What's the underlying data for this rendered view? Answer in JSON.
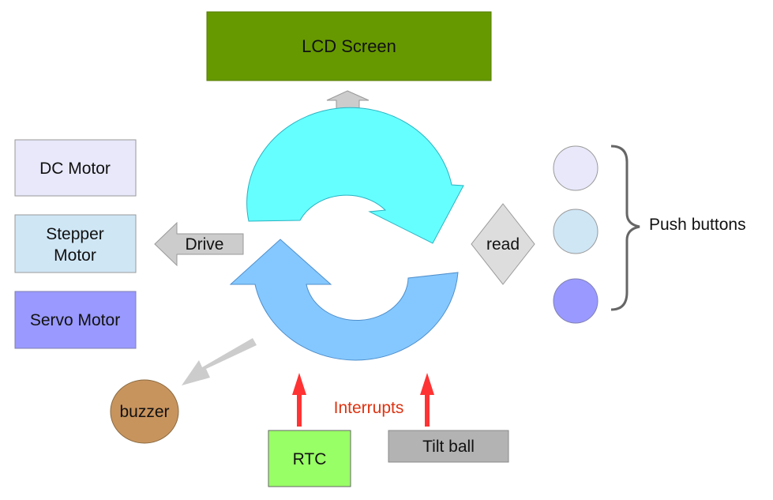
{
  "lcd": {
    "label": "LCD Screen",
    "color": "#669900"
  },
  "motors": [
    {
      "label_lines": [
        "DC Motor"
      ],
      "color": "#e8e8fa"
    },
    {
      "label_lines": [
        "Stepper",
        "Motor"
      ],
      "color": "#cfe6f5"
    },
    {
      "label_lines": [
        "Servo Motor"
      ],
      "color": "#9999ff"
    }
  ],
  "drive": {
    "label": "Drive"
  },
  "read": {
    "label": "read"
  },
  "push_buttons": {
    "label": "Push buttons",
    "colors": [
      "#e8e8fa",
      "#cfe6f5",
      "#9999ff"
    ]
  },
  "buzzer": {
    "label": "buzzer",
    "color": "#c8945e"
  },
  "interrupts": {
    "label": "Interrupts",
    "color": "#dd3311"
  },
  "rtc": {
    "label": "RTC",
    "color": "#99ff66"
  },
  "tilt": {
    "label": "Tilt ball",
    "color": "#b3b3b3"
  },
  "cycle": {
    "top_color": "#66ffff",
    "bottom_color": "#85c8ff"
  }
}
